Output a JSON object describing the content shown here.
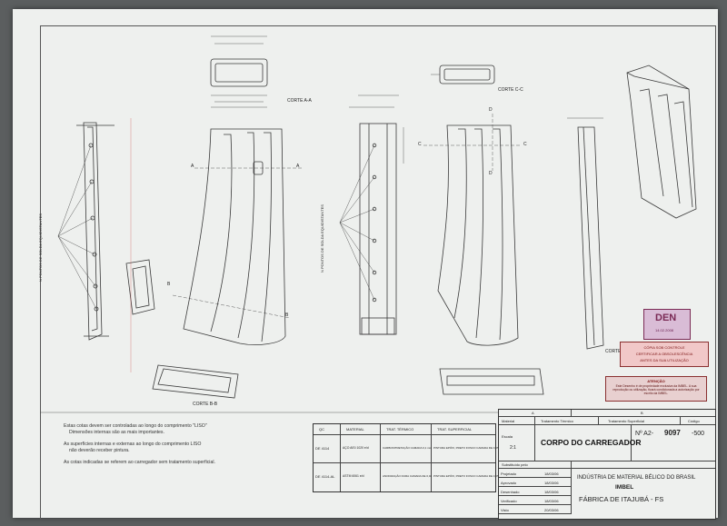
{
  "views": {
    "section_aa": "CORTE A-A",
    "section_bb": "CORTE B-B",
    "section_cc": "CORTE C-C",
    "section_dd": "CORTE D-D",
    "label_a": "A",
    "label_b": "B",
    "label_c": "C",
    "label_d": "D",
    "spot_weld_note": "N PONTOS DE SOLDA EQUIDISTANTES"
  },
  "notes": {
    "n1a": "Estas cotas devem ser controladas ao longo do comprimento \"LISO\"",
    "n1b": "Dimensões internas são as mais importantes.",
    "n2a": "As superfícies internas e externas ao longo do comprimento LISO",
    "n2b": "não deverão receber pintura.",
    "n3": "As cotas indicadas se referem ao carregador sem tratamento superficial."
  },
  "materials": {
    "headers": [
      "QC",
      "MATERIAL",
      "TRAT. TÉRMICO",
      "TRAT. SUPERFICIAL"
    ],
    "rows": [
      [
        "DE 4114",
        "AÇO AISI 1020 e/d",
        "CARBONITRETAÇÃO CAMADA 0,1 mm",
        "PINTURA EPÓXI, PRETO FOSCO CAMADA DE 0,05 MAX"
      ],
      [
        "DE 4114-AL",
        "ASTM 6061 e/d",
        "ANODIZAÇÃO DURA CAMADA DE 0,02",
        "PINTURA EPÓXI, PRETO FOSCO CAMADA DE 0,05 MAX"
      ]
    ]
  },
  "title_block": {
    "col_a": "A",
    "col_b": "B",
    "material": "Material",
    "heat_treat": "Tratamento Térmico",
    "surface_treat": "Tratamento Superficial",
    "code": "Código",
    "title": "CORPO DO CARREGADOR",
    "drawing_prefix": "Nº A2-",
    "drawing_number": "9097",
    "drawing_suffix": "-500",
    "company_line1": "INDÚSTRIA DE MATERIAL BÉLICO DO BRASIL",
    "company_line2": "IMBEL",
    "factory": "FÁBRICA DE ITAJUBÁ - FS",
    "scale_label": "Escala",
    "scale_value": "2:1",
    "signed_label": "Substituído pelo",
    "rows": [
      [
        "Projetado",
        "18/03/06"
      ],
      [
        "Aprovado",
        "18/03/06"
      ],
      [
        "Desenhado",
        "18/03/06"
      ],
      [
        "Verificado",
        "18/03/06"
      ],
      [
        "Visto",
        "20/03/06"
      ]
    ]
  },
  "stamps": {
    "stamp_top": "DEN",
    "stamp_date": "14.02.2008",
    "copy_line1": "CÓPIA SOB CONTROLE",
    "copy_line2": "CERTIFICAR A OBSOLESCÊNCIA",
    "copy_line3": "ANTES DA SUA UTILIZAÇÃO",
    "attention": "ATENÇÃO",
    "attention_text": "Este Desenho é de propriedade exclusiva da IMBEL. A sua reprodução ou utilização, ficará condicionada a autorização por escrito da IMBEL."
  }
}
